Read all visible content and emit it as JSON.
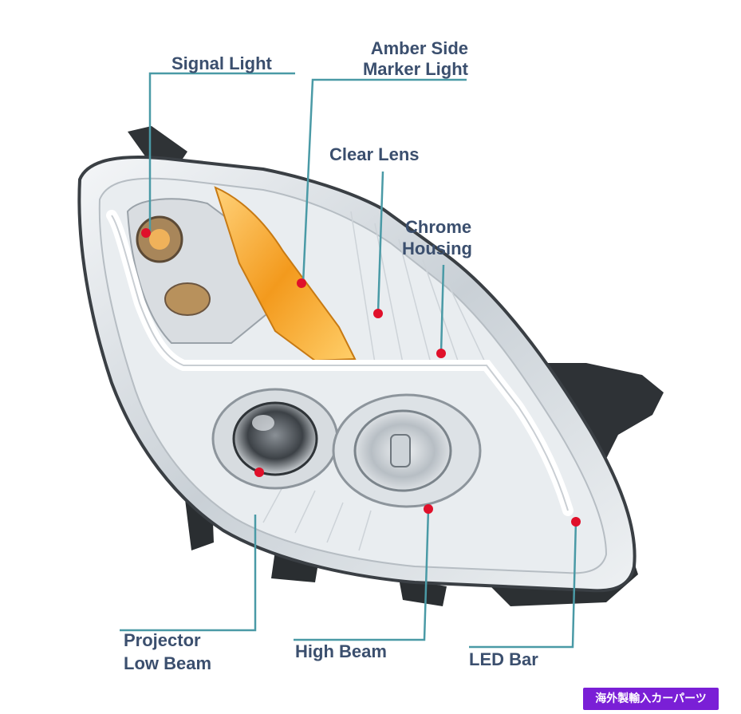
{
  "labels": {
    "signal_light": "Signal Light",
    "amber_side_marker_1": "Amber Side",
    "amber_side_marker_2": "Marker Light",
    "clear_lens": "Clear Lens",
    "chrome_housing_1": "Chrome",
    "chrome_housing_2": "Housing",
    "projector_low_beam_1": "Projector",
    "projector_low_beam_2": "Low Beam",
    "high_beam": "High Beam",
    "led_bar": "LED Bar"
  },
  "watermark": "海外製輸入カーパーツ",
  "colors": {
    "label_text": "#3b4f6e",
    "leader_line": "#4a9aa6",
    "marker_dot": "#e0102a",
    "watermark_bg": "#7a1fd6"
  }
}
